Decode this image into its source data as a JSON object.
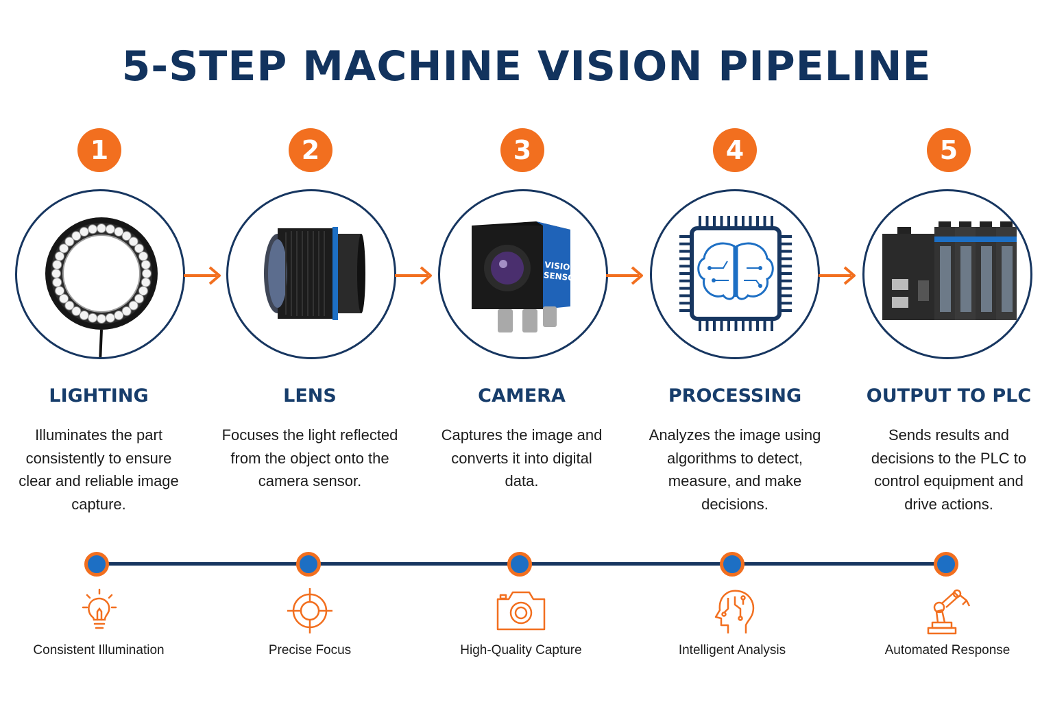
{
  "title": "5-STEP MACHINE VISION PIPELINE",
  "colors": {
    "accent": "#f26f1f",
    "navy": "#173660",
    "heading": "#173d6b",
    "dot": "#1d6fc4"
  },
  "steps": [
    {
      "number": "1",
      "heading": "LIGHTING",
      "description": "Illuminates the part consistently to ensure clear and reliable image capture.",
      "benefit": "Consistent Illumination",
      "image_icon": "ring-light-icon",
      "benefit_icon": "lightbulb-icon"
    },
    {
      "number": "2",
      "heading": "LENS",
      "description": "Focuses the light reflected from the object onto the camera sensor.",
      "benefit": "Precise Focus",
      "image_icon": "camera-lens-icon",
      "benefit_icon": "crosshair-icon"
    },
    {
      "number": "3",
      "heading": "CAMERA",
      "description": "Captures the image and converts it into digital data.",
      "benefit": "High-Quality Capture",
      "image_icon": "vision-sensor-icon",
      "benefit_icon": "camera-icon",
      "device_label": "VISION SENSOR"
    },
    {
      "number": "4",
      "heading": "PROCESSING",
      "description": "Analyzes the image using algorithms to detect, measure, and make decisions.",
      "benefit": "Intelligent Analysis",
      "image_icon": "brain-chip-icon",
      "benefit_icon": "ai-head-icon"
    },
    {
      "number": "5",
      "heading": "OUTPUT TO PLC",
      "description": "Sends results and decisions to the PLC to control equipment and drive actions.",
      "benefit": "Automated Response",
      "image_icon": "plc-icon",
      "benefit_icon": "robot-arm-icon"
    }
  ]
}
